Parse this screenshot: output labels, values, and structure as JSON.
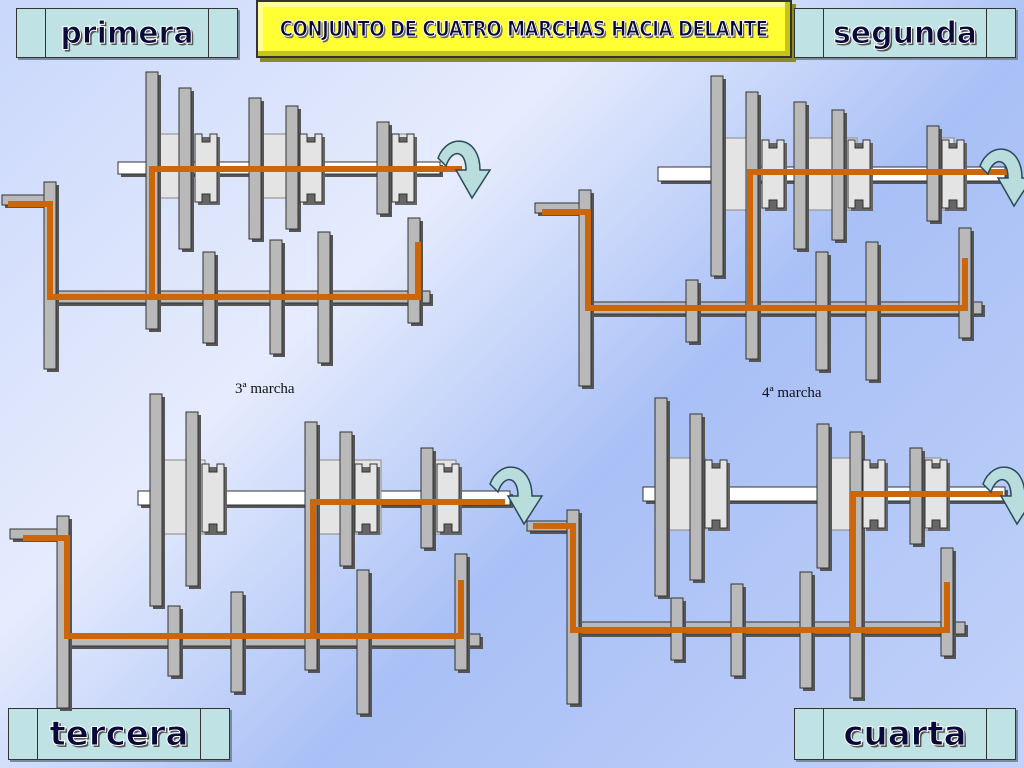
{
  "title": "CONJUNTO DE CUATRO MARCHAS HACIA DELANTE",
  "labels": {
    "top_left": "primera",
    "top_right": "segunda",
    "bottom_left": "tercera",
    "bottom_right": "cuarta"
  },
  "captions": {
    "left": "3ª  marcha",
    "right": "4ª  marcha"
  },
  "colors": {
    "power_path": "#cc6608",
    "gear": "#b9b9b9",
    "synchro": "#e4e4e4",
    "output_shaft": "#ffffff",
    "arrow": "#b9dcdc",
    "title_box": "#ffff33",
    "label_box": "#bfe3e4"
  }
}
